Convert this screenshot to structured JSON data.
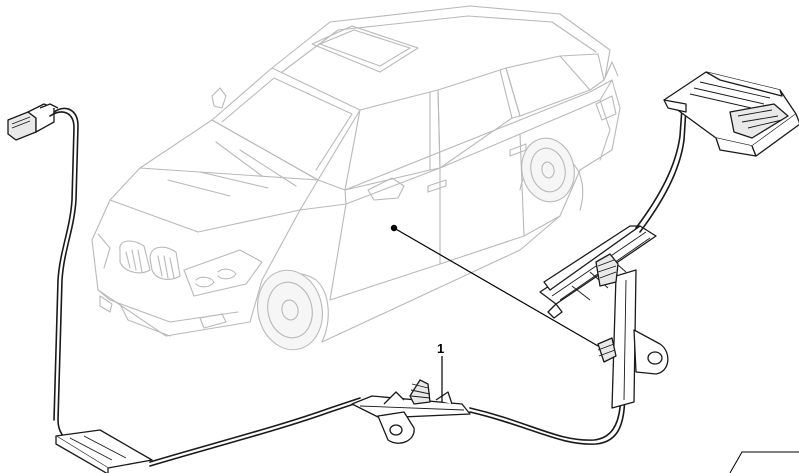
{
  "diagram": {
    "callouts": [
      {
        "label": "1"
      }
    ],
    "icons": {
      "vehicle": "sedan-car-outline",
      "component": "wiring-harness-with-antenna-module"
    }
  }
}
